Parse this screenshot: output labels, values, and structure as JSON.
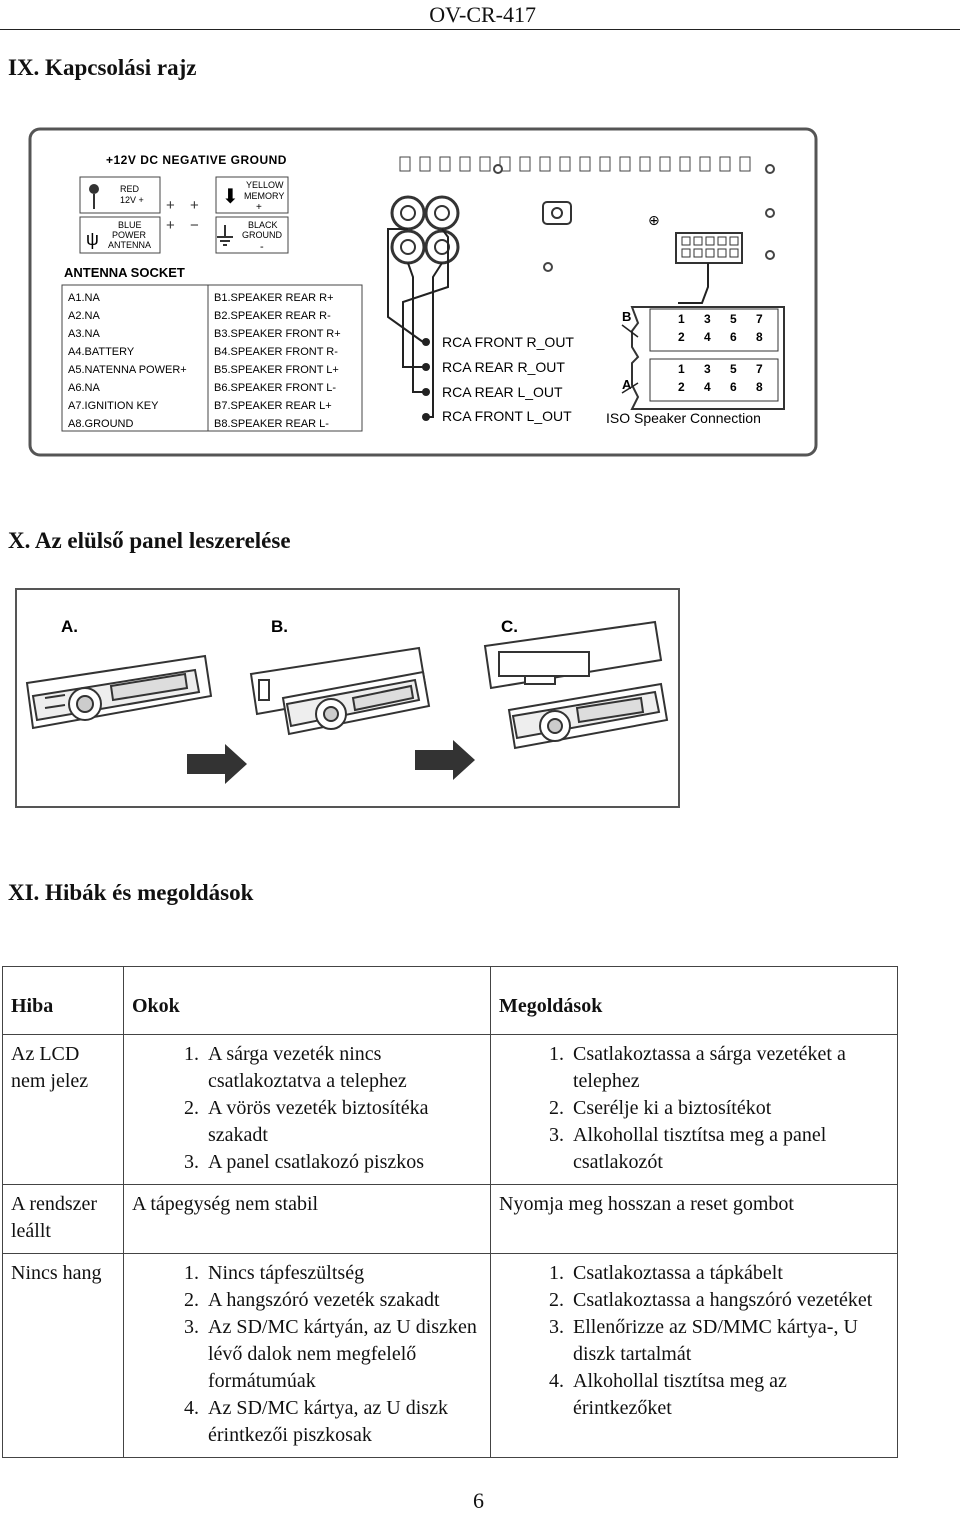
{
  "header": {
    "model": "OV-CR-417"
  },
  "sections": {
    "wiring_title": "IX. Kapcsolási rajz",
    "panel_title": "X. Az elülső panel leszerelése",
    "faults_title": "XI. Hibák és megoldások"
  },
  "wiring": {
    "ground_title": "+12V DC NEGATIVE GROUND",
    "red": [
      "RED",
      "12V +"
    ],
    "yellow": [
      "YELLOW",
      "MEMORY",
      "+"
    ],
    "blue": [
      "BLUE",
      "POWER",
      "ANTENNA"
    ],
    "black": [
      "BLACK",
      "GROUND",
      "-"
    ],
    "antenna_socket": "ANTENNA SOCKET",
    "pins_a": [
      "A1.NA",
      "A2.NA",
      "A3.NA",
      "A4.BATTERY",
      "A5.NATENNA POWER+",
      "A6.NA",
      "A7.IGNITION KEY",
      "A8.GROUND"
    ],
    "pins_b": [
      "B1.SPEAKER REAR R+",
      "B2.SPEAKER REAR R-",
      "B3.SPEAKER FRONT R+",
      "B4.SPEAKER FRONT R-",
      "B5.SPEAKER FRONT L+",
      "B6.SPEAKER FRONT L-",
      "B7.SPEAKER REAR L+",
      "B8.SPEAKER REAR L-"
    ],
    "rca": [
      "RCA FRONT R_OUT",
      "RCA REAR R_OUT",
      "RCA REAR L_OUT",
      "RCA FRONT L_OUT"
    ],
    "iso_label": "ISO Speaker Connection",
    "iso_b_label": "B",
    "iso_a_label": "A",
    "iso_top": [
      "1",
      "3",
      "5",
      "7"
    ],
    "iso_bottom": [
      "2",
      "4",
      "6",
      "8"
    ]
  },
  "panel_steps": [
    "A.",
    "B.",
    "C."
  ],
  "faults": {
    "headers": [
      "Hiba",
      "Okok",
      "Megoldások"
    ],
    "rows": [
      {
        "problem": "Az LCD nem jelez",
        "causes": [
          "A sárga vezeték nincs csatlakoztatva a telephez",
          "A vörös vezeték biztosítéka szakadt",
          "A panel csatlakozó piszkos"
        ],
        "solutions": [
          "Csatlakoztassa a sárga vezetéket a telephez",
          "Cserélje ki a biztosítékot",
          "Alkohollal tisztítsa meg a panel csatlakozót"
        ]
      },
      {
        "problem": "A rendszer leállt",
        "cause_text": "A tápegység nem stabil",
        "solution_text": "Nyomja meg hosszan a reset gombot"
      },
      {
        "problem": "Nincs hang",
        "causes": [
          "Nincs tápfeszültség",
          "A hangszóró vezeték szakadt",
          "Az SD/MC kártyán, az U diszken lévő dalok nem megfelelő formátumúak",
          "Az SD/MC kártya, az U diszk érintkezői piszkosak"
        ],
        "solutions": [
          "Csatlakoztassa a tápkábelt",
          "Csatlakoztassa a hangszóró vezetéket",
          "Ellenőrizze az SD/MMC kártya-, U diszk tartalmát",
          "Alkohollal tisztítsa meg az érintkezőket"
        ]
      }
    ]
  },
  "page_number": "6"
}
